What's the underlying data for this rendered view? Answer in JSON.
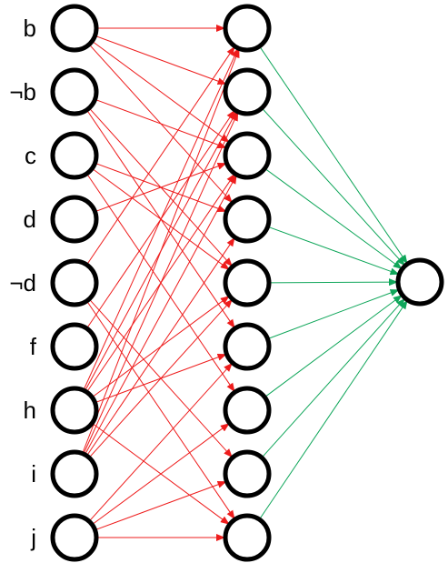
{
  "diagram": {
    "colors": {
      "input_edges": "#ee1c1c",
      "output_edges": "#0fa65a",
      "node_stroke": "#000000"
    },
    "input_labels": [
      "b",
      "¬b",
      "c",
      "d",
      "¬d",
      "f",
      "h",
      "i",
      "j"
    ],
    "hidden_count": 9,
    "output_count": 1,
    "input_edges": [
      [
        0,
        0
      ],
      [
        0,
        1
      ],
      [
        0,
        2
      ],
      [
        0,
        3
      ],
      [
        1,
        4
      ],
      [
        1,
        5
      ],
      [
        1,
        2
      ],
      [
        2,
        3
      ],
      [
        2,
        4
      ],
      [
        2,
        6
      ],
      [
        3,
        2
      ],
      [
        4,
        0
      ],
      [
        4,
        7
      ],
      [
        4,
        8
      ],
      [
        5,
        1
      ],
      [
        6,
        0
      ],
      [
        6,
        1
      ],
      [
        6,
        2
      ],
      [
        6,
        4
      ],
      [
        6,
        5
      ],
      [
        6,
        8
      ],
      [
        7,
        0
      ],
      [
        7,
        1
      ],
      [
        7,
        2
      ],
      [
        7,
        3
      ],
      [
        7,
        4
      ],
      [
        8,
        5
      ],
      [
        8,
        6
      ],
      [
        8,
        7
      ],
      [
        8,
        8
      ]
    ]
  }
}
